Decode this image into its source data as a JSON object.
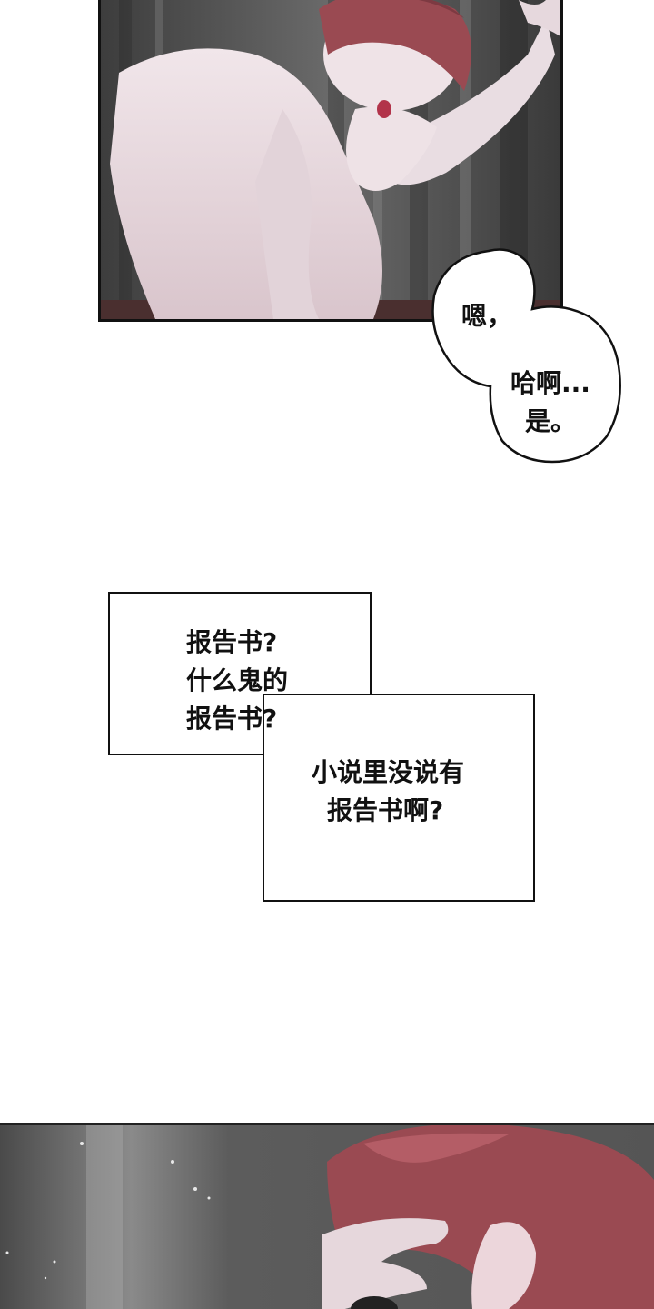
{
  "speech_bubble": {
    "line1": "嗯，",
    "line2": "哈啊...",
    "line3": "是。"
  },
  "caption_box_1": {
    "lines": [
      "报告书?",
      "什么鬼的",
      "报告书?"
    ]
  },
  "caption_box_2": {
    "lines": [
      "小说里没说有",
      "报告书啊?"
    ]
  },
  "colors": {
    "panel_background": "#5a5a5a",
    "skin": "#eadde2",
    "hair": "#9a4a52",
    "border": "#111111"
  }
}
